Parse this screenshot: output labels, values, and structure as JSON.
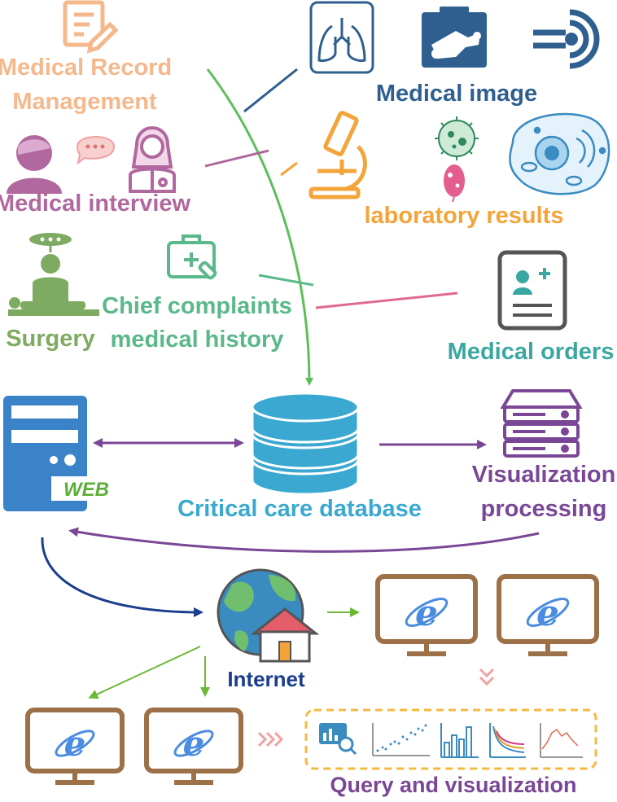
{
  "colors": {
    "record": "#f4b88c",
    "imaging": "#2e5f8f",
    "interview": "#b0689e",
    "lab": "#f3a43a",
    "cell": "#3a8bc0",
    "surgery": "#7faa62",
    "chief": "#5ab88a",
    "orders": "#3aa8a0",
    "flow": "#5cbf5c",
    "purple": "#7a4796",
    "database": "#3aa8d0",
    "web": "#3b83c8",
    "navy": "#1b3d8e",
    "monitor": "#9c7148",
    "browser": "#4a8ce0",
    "query_box": "#f5b942",
    "pink": "#f2a0a0"
  },
  "labels": {
    "medical_record_line1": "Medical Record",
    "medical_record_line2": "Management",
    "medical_image": "Medical image",
    "medical_interview": "Medical interview",
    "laboratory_results": "laboratory results",
    "surgery": "Surgery",
    "chief_line1": "Chief complaints",
    "chief_line2": "medical history",
    "medical_orders": "Medical orders",
    "critical_care_database": "Critical care database",
    "web": "WEB",
    "visualization_line1": "Visualization",
    "visualization_line2": "processing",
    "internet": "Internet",
    "query_and_visualization": "Query and visualization"
  },
  "icons": [
    "document-edit-icon",
    "lungs-icon",
    "x-ray-icon",
    "mri-scanner-icon",
    "patient-icon",
    "chat-bubble-icon",
    "doctor-icon",
    "microscope-icon",
    "virus-icon",
    "bacteria-icon",
    "cell-icon",
    "surgeon-icon",
    "medical-kit-icon",
    "medical-order-icon",
    "database-icon",
    "web-server-icon",
    "server-icon",
    "globe-house-icon",
    "browser-monitor-icon",
    "chart-icon"
  ]
}
